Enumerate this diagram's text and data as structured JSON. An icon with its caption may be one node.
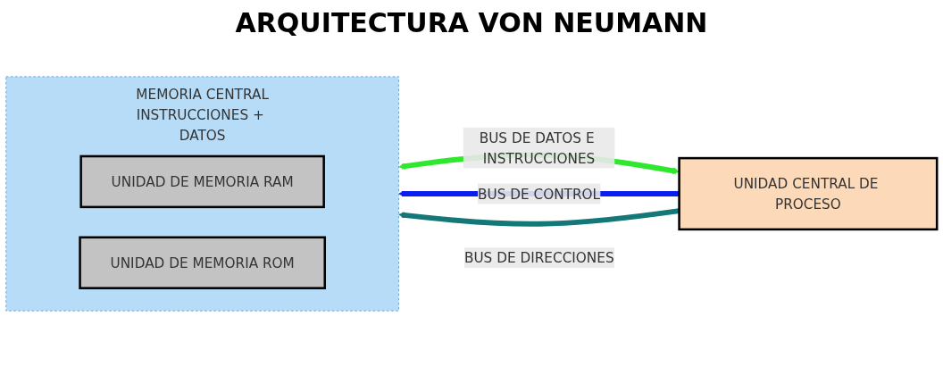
{
  "diagram": {
    "title": "ARQUITECTURA VON NEUMANN",
    "nodes": [
      {
        "text": [
          "MEMORIA CENTRAL",
          "INSTRUCCIONES + DATOS"
        ]
      },
      {
        "text": [
          "UNIDAD DE MEMORIA RAM"
        ],
        "in": 0
      },
      {
        "text": [
          "UNIDAD DE MEMORIA ROM"
        ],
        "in": 0
      },
      {
        "text": [
          "UNIDAD CENTRAL DE PROCESO"
        ]
      }
    ],
    "edges": [
      {
        "from": 3,
        "to": 0,
        "arrow": "to",
        "label": "BUS DE CONTROL",
        "color": "#0a1ef0"
      },
      {
        "from": 3,
        "to": 0,
        "arrow": "to",
        "label": "BUS DE DIRECCIONES",
        "color": "#147878"
      },
      {
        "from": 0,
        "to": 3,
        "arrow": "both",
        "label": "BUS DE DATOS E INSTRUCCIONES",
        "color": "#2ee82e"
      }
    ]
  }
}
